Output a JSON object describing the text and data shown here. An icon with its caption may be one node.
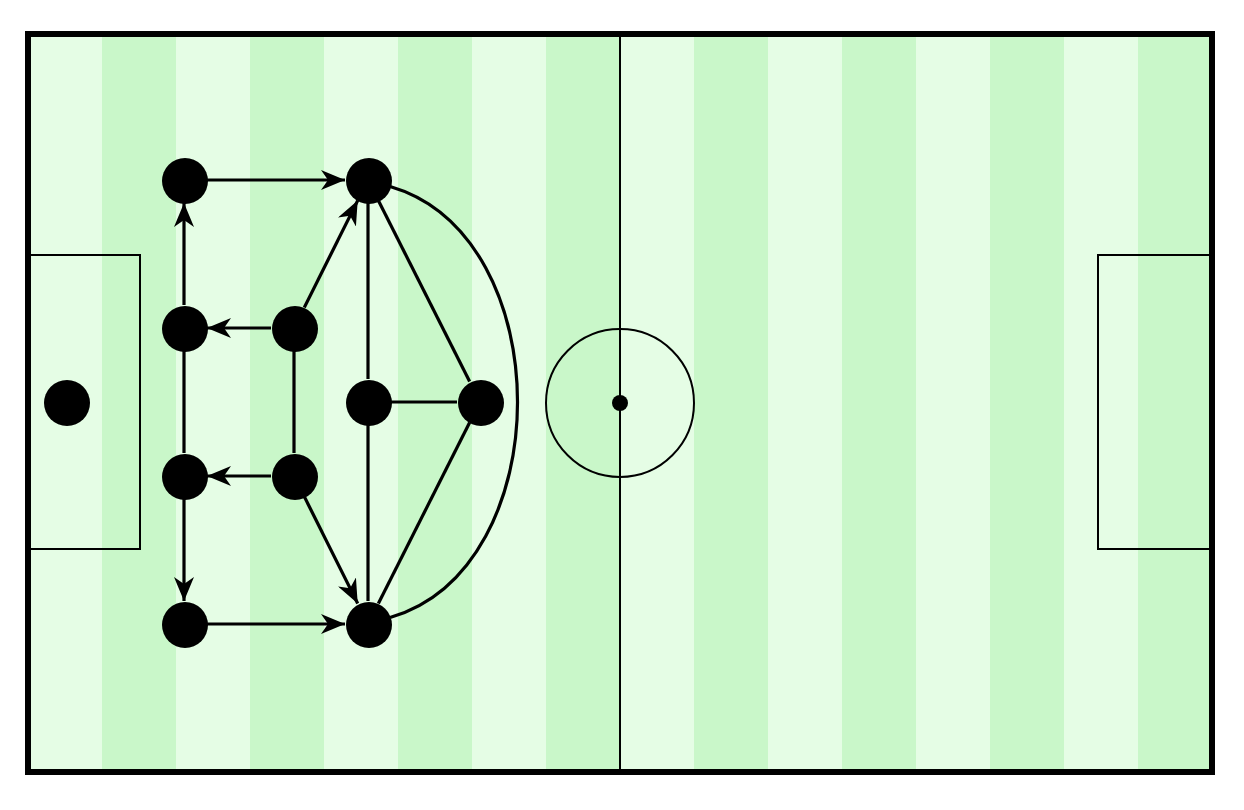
{
  "diagram": {
    "nodes": [
      {
        "text": [],
        "shape": "circle"
      },
      {
        "text": [],
        "shape": "circle"
      },
      {
        "text": [],
        "shape": "circle"
      },
      {
        "text": [],
        "shape": "circle"
      },
      {
        "text": [],
        "shape": "circle"
      },
      {
        "text": [],
        "shape": "circle"
      },
      {
        "text": [],
        "shape": "circle"
      },
      {
        "text": [],
        "shape": "circle"
      },
      {
        "text": [],
        "shape": "circle"
      },
      {
        "text": [],
        "shape": "circle"
      },
      {
        "text": [],
        "shape": "circle"
      }
    ],
    "edges": [
      {
        "from": 0,
        "to": 1,
        "arrow": "to"
      },
      {
        "from": 2,
        "to": 0,
        "arrow": "to"
      },
      {
        "from": 3,
        "to": 2,
        "arrow": "to"
      },
      {
        "from": 3,
        "to": 1,
        "arrow": "to"
      },
      {
        "from": 1,
        "to": 5,
        "arrow": "none"
      },
      {
        "from": 1,
        "to": 6,
        "arrow": "none"
      },
      {
        "from": 1,
        "to": 10,
        "arrow": "none"
      },
      {
        "from": 2,
        "to": 7,
        "arrow": "none"
      },
      {
        "from": 3,
        "to": 8,
        "arrow": "none"
      },
      {
        "from": 5,
        "to": 6,
        "arrow": "none"
      },
      {
        "from": 5,
        "to": 10,
        "arrow": "none"
      },
      {
        "from": 6,
        "to": 10,
        "arrow": "none"
      },
      {
        "from": 8,
        "to": 7,
        "arrow": "to"
      },
      {
        "from": 7,
        "to": 9,
        "arrow": "to"
      },
      {
        "from": 8,
        "to": 10,
        "arrow": "to"
      },
      {
        "from": 9,
        "to": 10,
        "arrow": "to"
      }
    ]
  }
}
